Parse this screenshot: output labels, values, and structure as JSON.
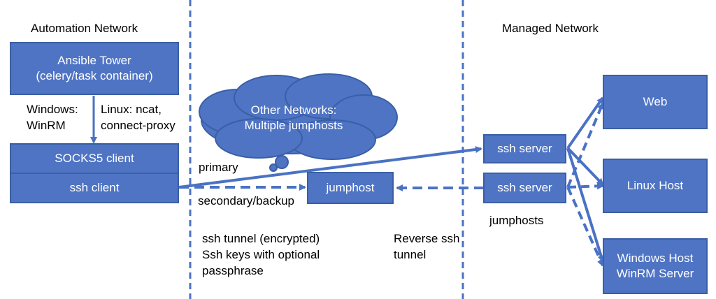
{
  "headings": {
    "automation": "Automation Network",
    "managed": "Managed Network"
  },
  "tower": {
    "line1": "Ansible Tower",
    "line2": "(celery/task container)"
  },
  "proxy_notes": {
    "windows_line1": "Windows:",
    "windows_line2": "WinRM",
    "linux_line1": "Linux: ncat,",
    "linux_line2": "connect-proxy"
  },
  "client": {
    "socks": "SOCKS5 client",
    "ssh": "ssh client"
  },
  "cloud": {
    "line1": "Other Networks:",
    "line2": "Multiple jumphosts"
  },
  "links": {
    "primary": "primary",
    "secondary": "secondary/backup"
  },
  "jumphost": "jumphost",
  "tunnel_note": {
    "line1": "ssh tunnel (encrypted)",
    "line2": "Ssh keys with optional",
    "line3": "passphrase"
  },
  "reverse_note": {
    "line1": "Reverse ssh",
    "line2": "tunnel"
  },
  "ssh_servers": {
    "top": "ssh server",
    "bottom": "ssh server"
  },
  "jumphosts_label": "jumphosts",
  "targets": {
    "web": "Web",
    "linux": "Linux Host",
    "windows_line1": "Windows Host",
    "windows_line2": "WinRM Server"
  },
  "colors": {
    "box_fill": "#4f74c4",
    "box_border": "#3a5fa6",
    "line": "#4a72c4"
  }
}
